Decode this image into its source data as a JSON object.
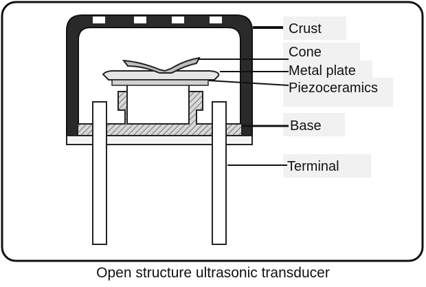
{
  "labels": {
    "crust": "Crust",
    "cone": "Cone",
    "metal_plate": "Metal plate",
    "piezoceramics": "Piezoceramics",
    "base": "Base",
    "terminal": "Terminal"
  },
  "caption": "Open structure ultrasonic transducer"
}
